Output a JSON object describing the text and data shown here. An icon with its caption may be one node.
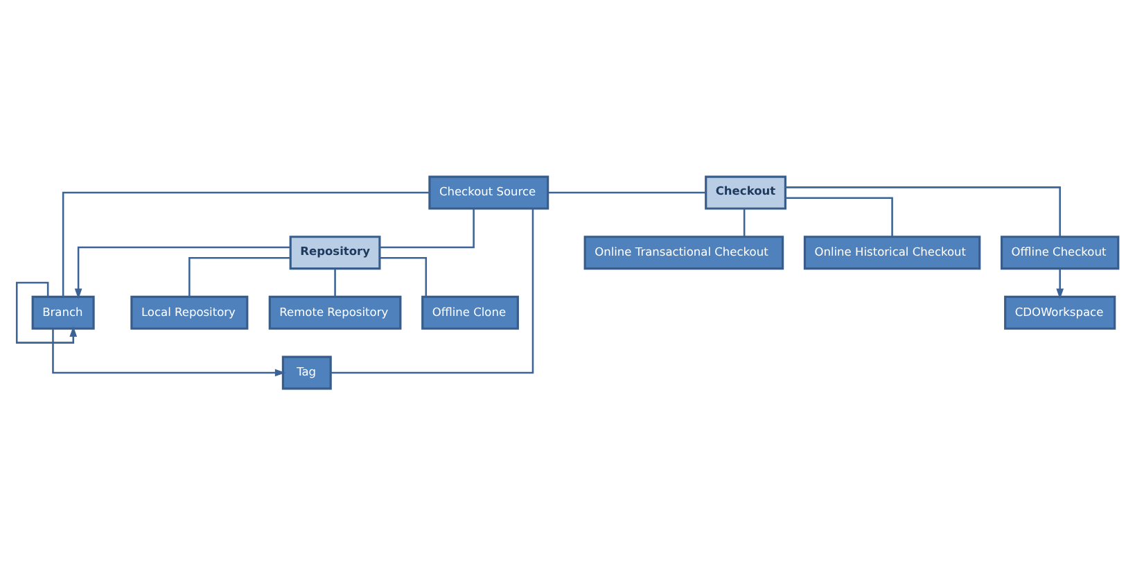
{
  "diagram": {
    "nodes": [
      {
        "text": [
          "Checkout Source"
        ]
      },
      {
        "text": [
          "Checkout"
        ]
      },
      {
        "text": [
          "Repository"
        ]
      },
      {
        "text": [
          "Branch"
        ]
      },
      {
        "text": [
          "Tag"
        ]
      },
      {
        "text": [
          "Online Transactional Checkout"
        ]
      },
      {
        "text": [
          "Online Historical Checkout"
        ]
      },
      {
        "text": [
          "Local Repository"
        ]
      },
      {
        "text": [
          "Remote Repository"
        ]
      },
      {
        "text": [
          "Offline Clone"
        ]
      },
      {
        "text": [
          "Offline Checkout"
        ]
      },
      {
        "text": [
          "CDOWorkspace"
        ]
      }
    ],
    "edges": [
      {
        "from": 0,
        "to": 1,
        "arrow": "none"
      },
      {
        "from": 0,
        "to": 2,
        "arrow": "none"
      },
      {
        "from": 0,
        "to": 3,
        "arrow": "none"
      },
      {
        "from": 0,
        "to": 4,
        "arrow": "none"
      },
      {
        "from": 2,
        "to": 3,
        "arrow": "to"
      },
      {
        "from": 3,
        "to": 3,
        "arrow": "to"
      },
      {
        "from": 3,
        "to": 4,
        "arrow": "to"
      },
      {
        "from": 1,
        "to": 5,
        "arrow": "none"
      },
      {
        "from": 1,
        "to": 6,
        "arrow": "none"
      },
      {
        "from": 1,
        "to": 10,
        "arrow": "none"
      },
      {
        "from": 2,
        "to": 7,
        "arrow": "none"
      },
      {
        "from": 2,
        "to": 8,
        "arrow": "none"
      },
      {
        "from": 2,
        "to": 9,
        "arrow": "none"
      },
      {
        "from": 10,
        "to": 11,
        "arrow": "to"
      }
    ]
  }
}
